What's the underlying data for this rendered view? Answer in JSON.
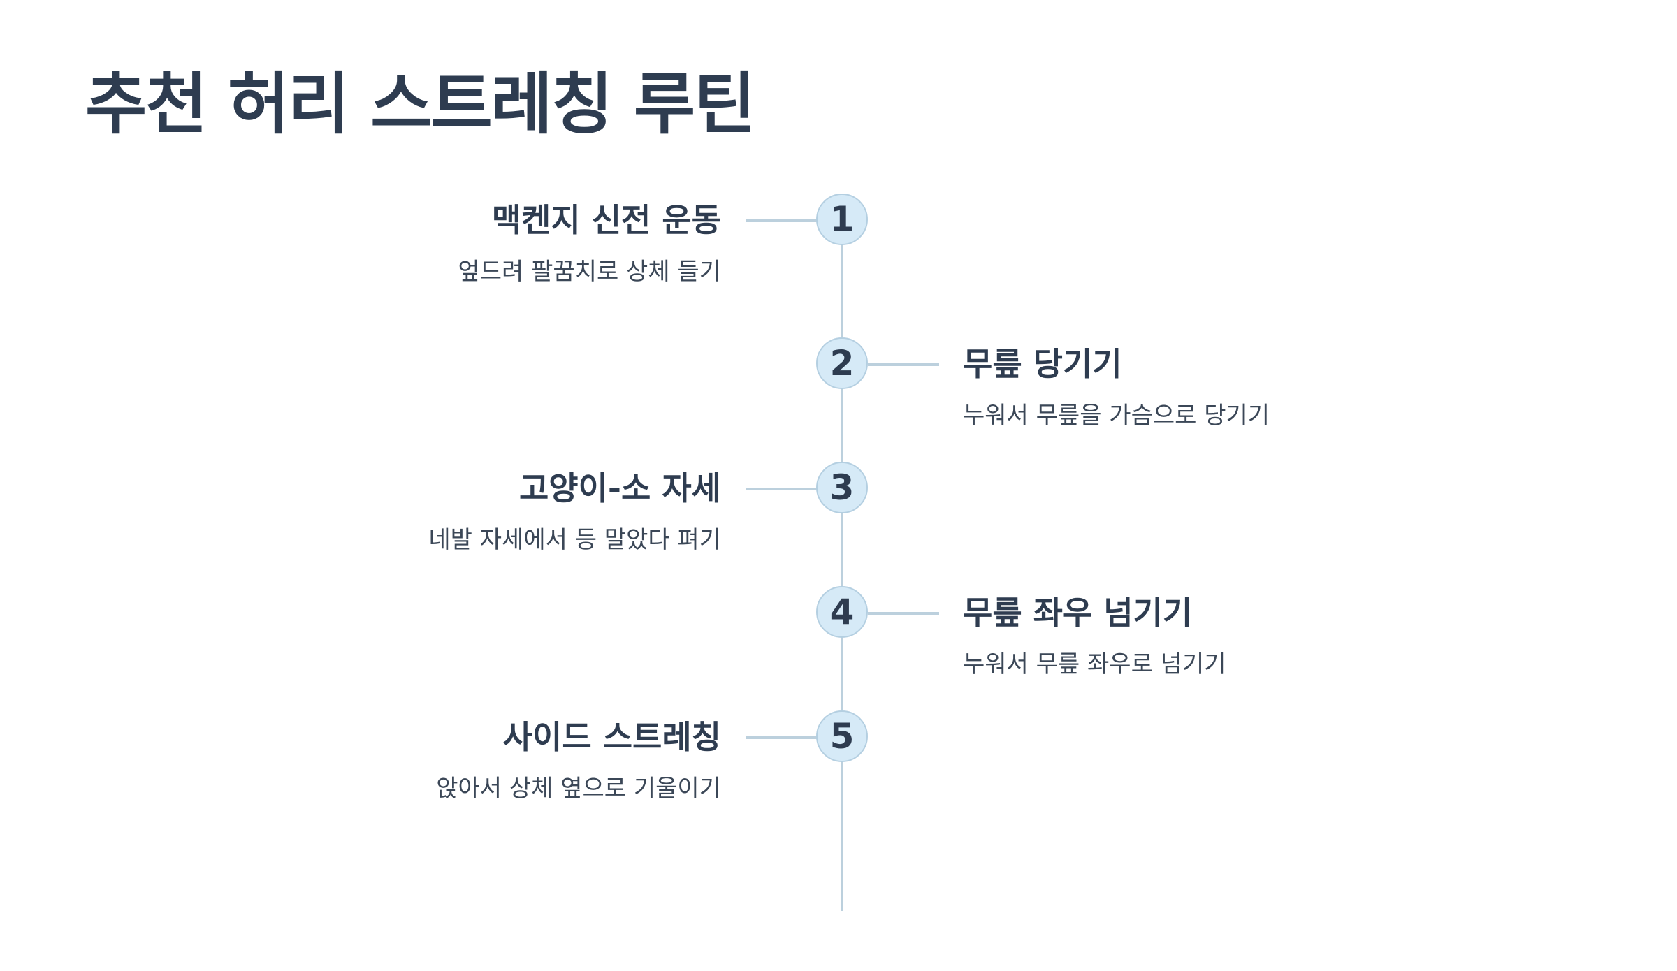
{
  "title": "추천 허리 스트레칭 루틴",
  "steps": [
    {
      "number": "1",
      "title": "맥켄지 신전 운동",
      "desc": "엎드려 팔꿈치로 상체 들기",
      "side": "left"
    },
    {
      "number": "2",
      "title": "무릎 당기기",
      "desc": "누워서 무릎을 가슴으로 당기기",
      "side": "right"
    },
    {
      "number": "3",
      "title": "고양이-소 자세",
      "desc": "네발 자세에서 등 말았다 펴기",
      "side": "left"
    },
    {
      "number": "4",
      "title": "무릎 좌우 넘기기",
      "desc": "누워서 무릎 좌우로 넘기기",
      "side": "right"
    },
    {
      "number": "5",
      "title": "사이드 스트레칭",
      "desc": "앉아서 상체 옆으로 기울이기",
      "side": "left"
    }
  ],
  "colors": {
    "text": "#2e3c50",
    "node_fill": "#d6eaf7",
    "line": "#bcd0dd"
  }
}
